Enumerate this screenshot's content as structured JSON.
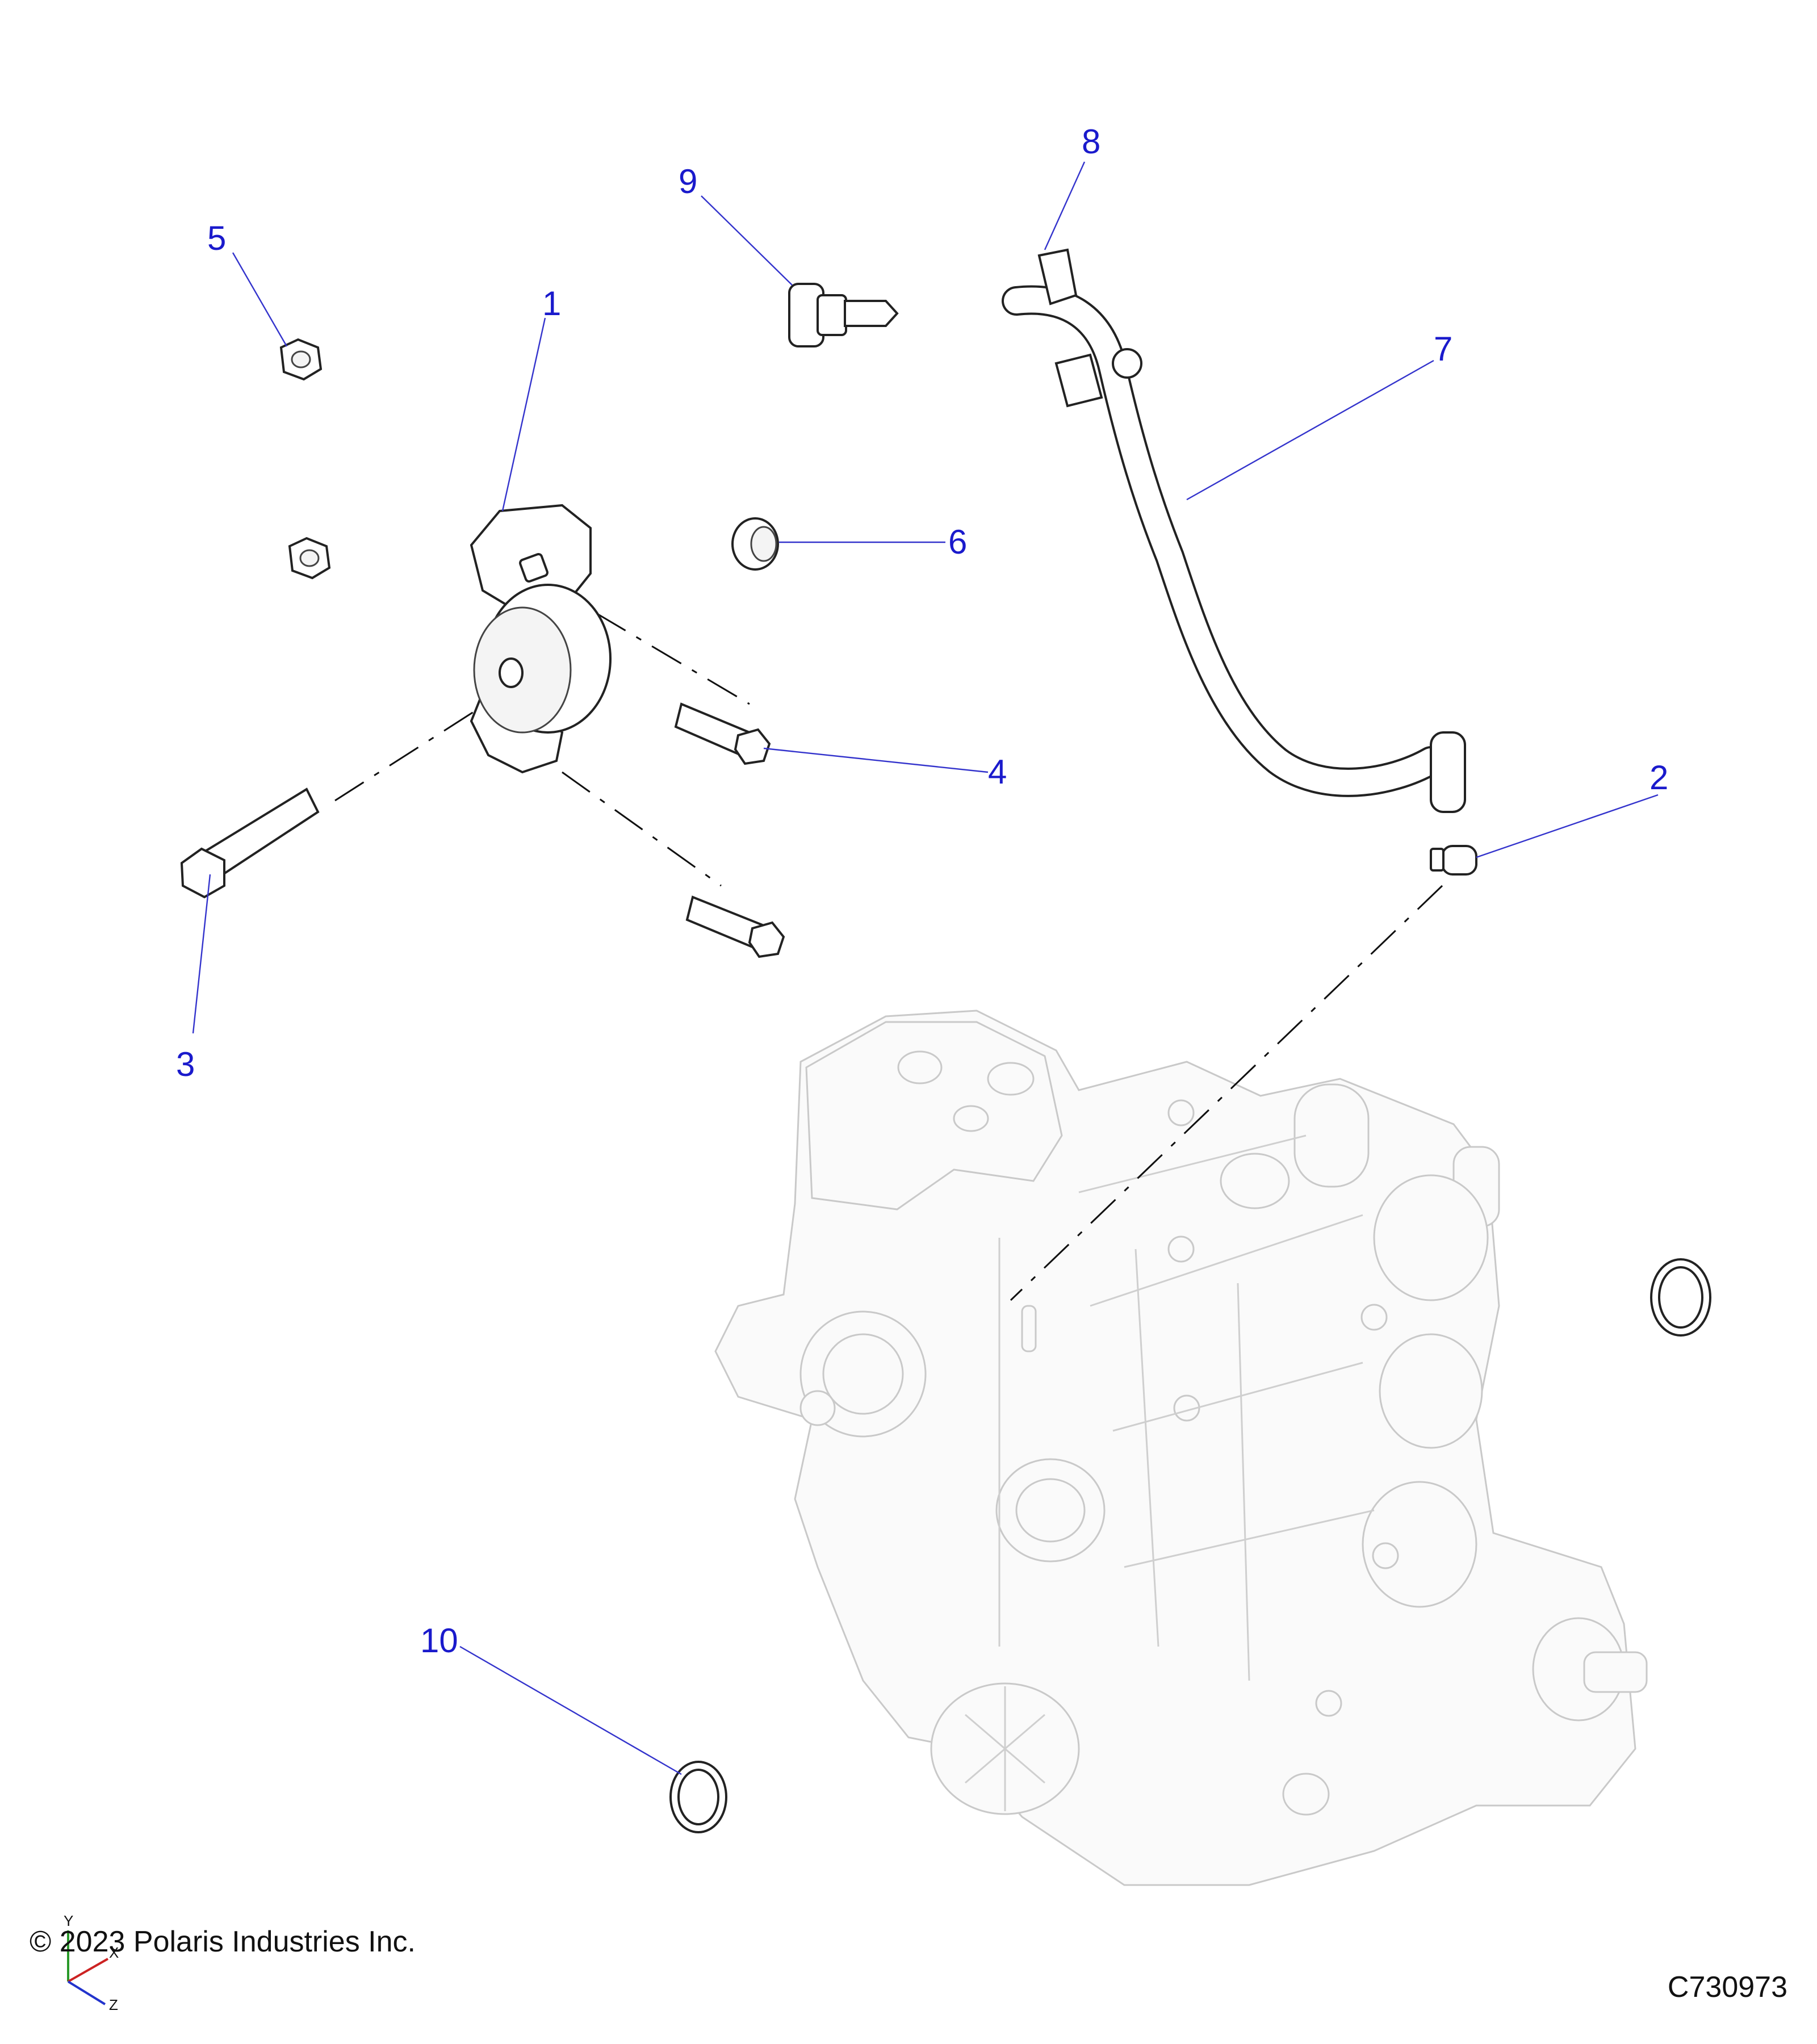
{
  "callouts": [
    "1",
    "2",
    "3",
    "4",
    "5",
    "6",
    "7",
    "8",
    "9",
    "10"
  ],
  "footer": {
    "copyright": "© 2023 Polaris Industries Inc.",
    "figure_id": "C730973"
  },
  "axis_triad": {
    "y": "Y",
    "x": "X",
    "z": "Z"
  },
  "colors": {
    "callout": "#1a1acc",
    "leader": "#3333cc",
    "line": "#222222",
    "ghost": "#cccccc"
  }
}
